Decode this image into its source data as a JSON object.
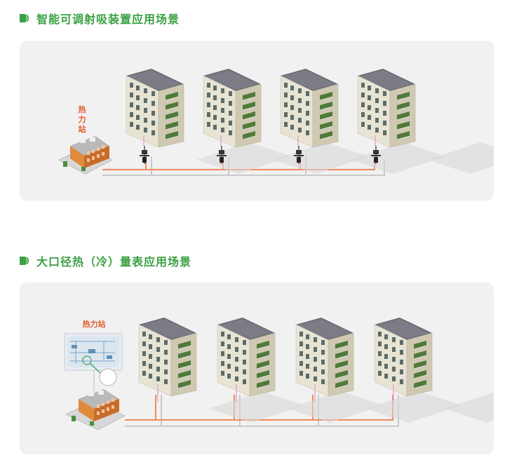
{
  "sections": [
    {
      "title": "智能可调射吸装置应用场景",
      "station_label": [
        "热",
        "力",
        "站"
      ]
    },
    {
      "title": "大口径热（冷）量表应用场景",
      "station_label": [
        "热力站"
      ]
    }
  ],
  "colors": {
    "accent": "#3aa142",
    "station_label": "#e35a2b",
    "supply_pipe": "#f08a5d",
    "return_pipe": "#c9c9c9",
    "riser_pipe": "#e6a7cf",
    "panel_bg": "#f1f1f1"
  },
  "icons": [
    "section-marker-icon",
    "building-icon",
    "heat-station-icon",
    "ejector-device-icon",
    "meter-monitor-icon",
    "magnifier-icon"
  ]
}
